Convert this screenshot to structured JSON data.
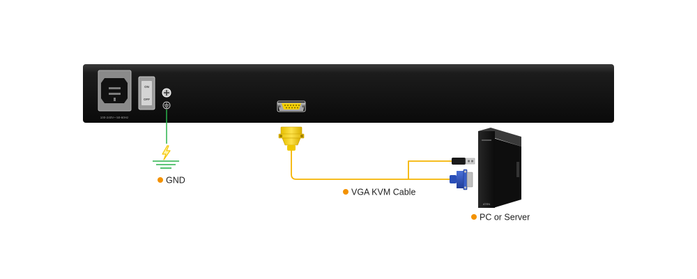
{
  "labels": {
    "gnd": "GND",
    "cable": "VGA KVM Cable",
    "pc": "PC or Server"
  },
  "device": {
    "power_rating": "100-240V~ 50-60Hz",
    "switch_on": "ON",
    "switch_off": "OFF"
  },
  "pc_brand": "ATEN",
  "colors": {
    "bullet": "#f39200",
    "cable": "#f5b400",
    "ground": "#2bb24c",
    "connector_yellow": "#f5d000",
    "connector_blue": "#2a4fb8",
    "chassis": "#151515"
  }
}
